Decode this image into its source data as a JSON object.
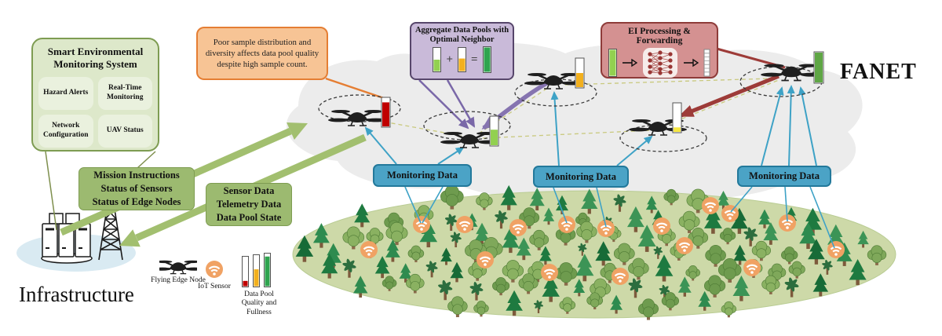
{
  "labels": {
    "fanet": "FANET",
    "infrastructure": "Infrastructure"
  },
  "smart_system": {
    "title": "Smart Environmental Monitoring System",
    "modules": [
      {
        "label": "Hazard Alerts"
      },
      {
        "label": "Real-Time Monitoring"
      },
      {
        "label": "Network Configuration"
      },
      {
        "label": "UAV Status"
      }
    ]
  },
  "downlink_box": {
    "lines": [
      "Mission Instructions",
      "Status of Sensors",
      "Status of Edge Nodes"
    ]
  },
  "uplink_box": {
    "lines": [
      "Sensor Data",
      "Telemetry Data",
      "Data Pool State"
    ]
  },
  "callouts": {
    "sample_note": {
      "text": "Poor sample distribution and diversity affects data pool quality despite high sample count."
    },
    "aggregate": {
      "title": "Aggregate Data Pools with Optimal Neighbor",
      "plus": "+",
      "equals": "=",
      "bars": [
        {
          "color": "#92D050",
          "fill": 0.5
        },
        {
          "color": "#F2B01E",
          "fill": 0.55
        },
        {
          "color": "#2FA44F",
          "fill": 1
        }
      ]
    },
    "ei": {
      "title": "EI Processing & Forwarding",
      "input_bar": {
        "color": "#92D050",
        "fill": 1
      }
    }
  },
  "monitoring_boxes": [
    {
      "label": "Monitoring Data"
    },
    {
      "label": "Monitoring Data"
    },
    {
      "label": "Monitoring Data"
    }
  ],
  "legend": {
    "items": [
      {
        "icon": "drone-icon",
        "label": "Flying Edge Node"
      },
      {
        "icon": "wifi-sensor-icon",
        "label": "IoT Sensor"
      },
      {
        "icon": "data-pool-bars-icon",
        "label": "Data Pool Quality and Fullness"
      }
    ],
    "bars": [
      {
        "color": "#C00000",
        "fill": 0.18
      },
      {
        "color": "#F2B01E",
        "fill": 0.55
      },
      {
        "color": "#2FA44F",
        "fill": 0.92
      }
    ]
  },
  "drones": [
    {
      "name": "uav-1",
      "pool": {
        "color": "#C00000",
        "fill": 0.85
      }
    },
    {
      "name": "uav-2",
      "pool": {
        "color": "#92D050",
        "fill": 0.55
      }
    },
    {
      "name": "uav-3",
      "pool": {
        "color": "#F2B01E",
        "fill": 0.5
      }
    },
    {
      "name": "uav-4",
      "pool": {
        "color": "#F5E642",
        "fill": 0.16
      }
    },
    {
      "name": "uav-5",
      "pool": {
        "color": "#5FA645",
        "fill": 1
      }
    }
  ],
  "colors": {
    "flow_green": "#A2BF6F",
    "callout_orange": "#E57E33",
    "aggregate_purple": "#7A68A8",
    "ei_red": "#9D3B38",
    "monitoring_blue": "#3EA2C6",
    "forest_green": "#CDD9A8",
    "cloud_gray": "#ECECEC",
    "infra_blue": "#D9EAF2"
  },
  "forest": {
    "sensor_count": 16
  }
}
